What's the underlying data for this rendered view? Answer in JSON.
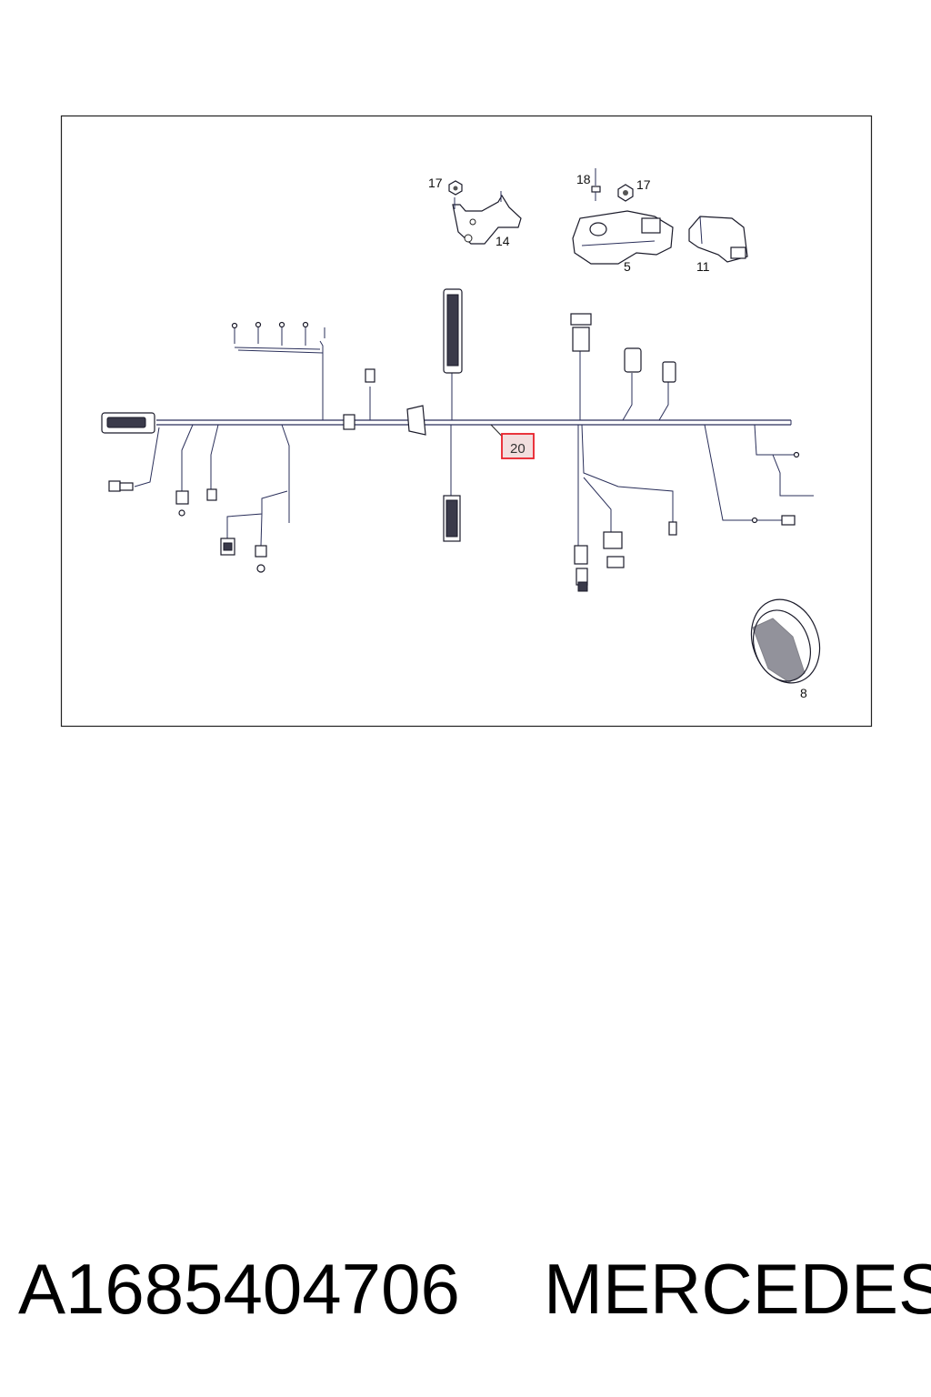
{
  "diagram": {
    "callouts": {
      "c17a": "17",
      "c14": "14",
      "c18": "18",
      "c17b": "17",
      "c5": "5",
      "c11": "11",
      "c20": "20",
      "c8": "8"
    },
    "highlighted_callout": "20",
    "highlight_color": "#e8202a"
  },
  "footer": {
    "part_number": "A1685404706",
    "brand": "MERCEDES"
  }
}
